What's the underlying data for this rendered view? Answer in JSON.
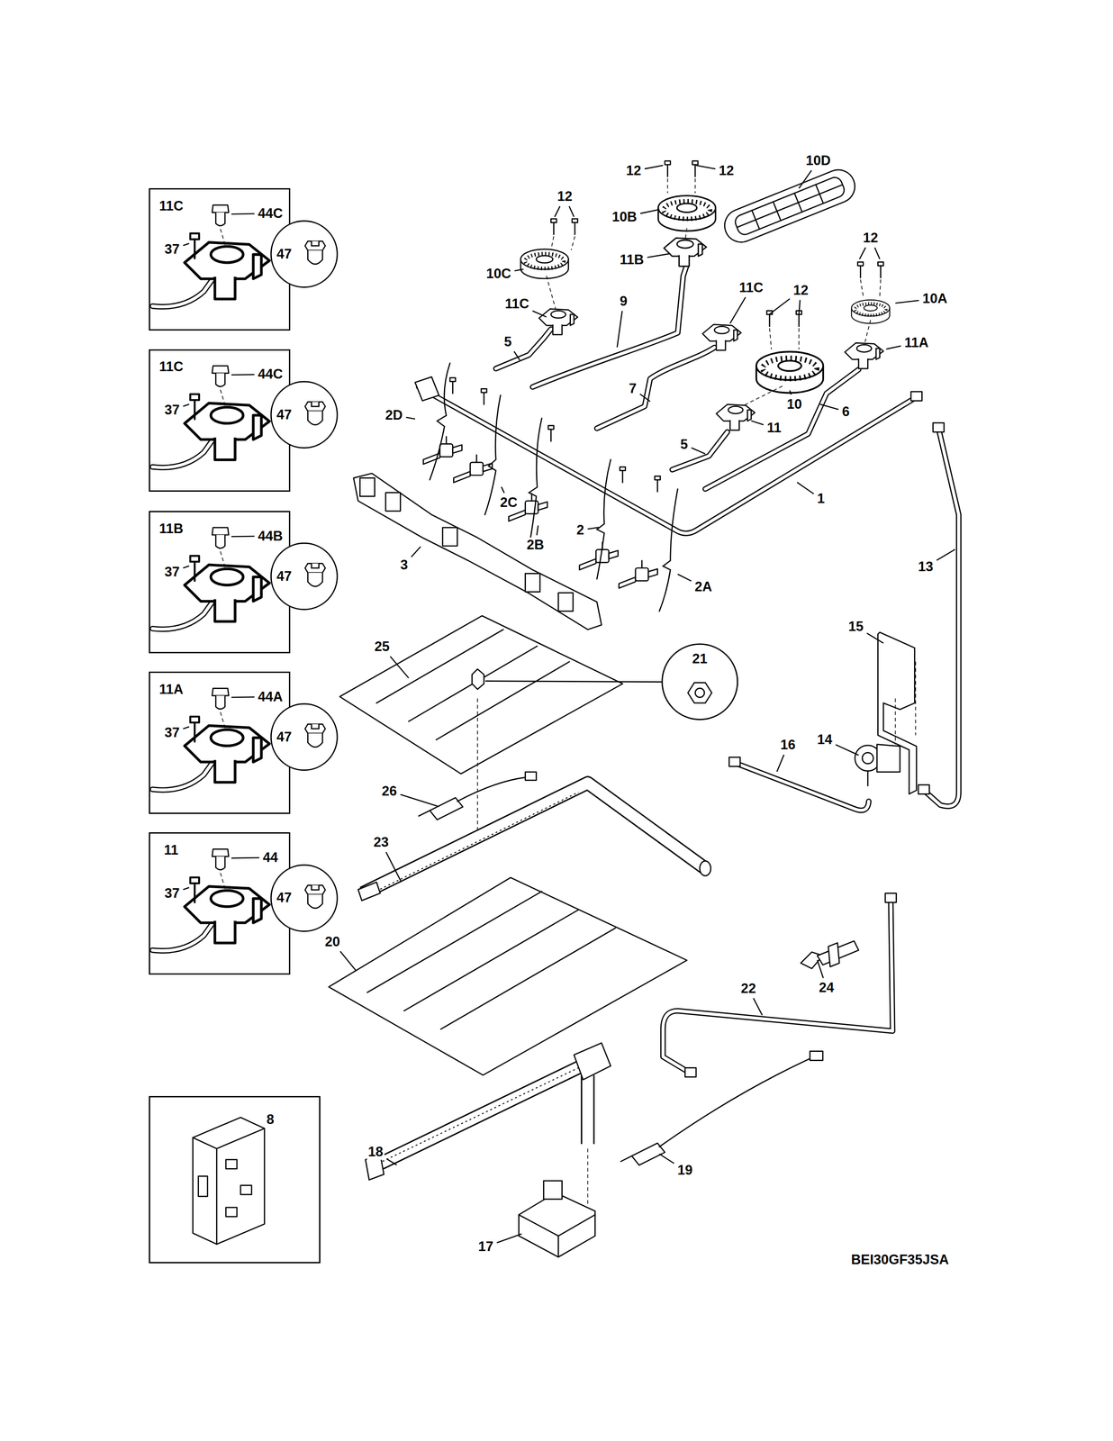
{
  "diagram": {
    "nodes": [
      {
        "text": [
          "11C",
          "44C",
          "37"
        ]
      },
      {
        "text": [
          "47"
        ],
        "in": 0
      },
      {
        "text": [
          "11C",
          "44C",
          "37"
        ]
      },
      {
        "text": [
          "47"
        ],
        "in": 2
      },
      {
        "text": [
          "11B",
          "44B",
          "37"
        ]
      },
      {
        "text": [
          "47"
        ],
        "in": 4
      },
      {
        "text": [
          "11A",
          "44A",
          "37"
        ]
      },
      {
        "text": [
          "47"
        ],
        "in": 6
      },
      {
        "text": [
          "11",
          "44",
          "37"
        ]
      },
      {
        "text": [
          "47"
        ],
        "in": 8
      },
      {
        "text": [
          "21"
        ]
      },
      {
        "text": [
          "8"
        ]
      }
    ],
    "labels": [
      "12",
      "12",
      "10D",
      "12",
      "10B",
      "12",
      "11B",
      "10C",
      "11C",
      "12",
      "10A",
      "11C",
      "9",
      "5",
      "11A",
      "7",
      "10",
      "6",
      "2D",
      "11",
      "5",
      "1",
      "2C",
      "2",
      "2B",
      "3",
      "13",
      "2A",
      "15",
      "25",
      "14",
      "16",
      "26",
      "23",
      "20",
      "24",
      "22",
      "18",
      "19",
      "17",
      "BEI30GF35JSA"
    ]
  }
}
